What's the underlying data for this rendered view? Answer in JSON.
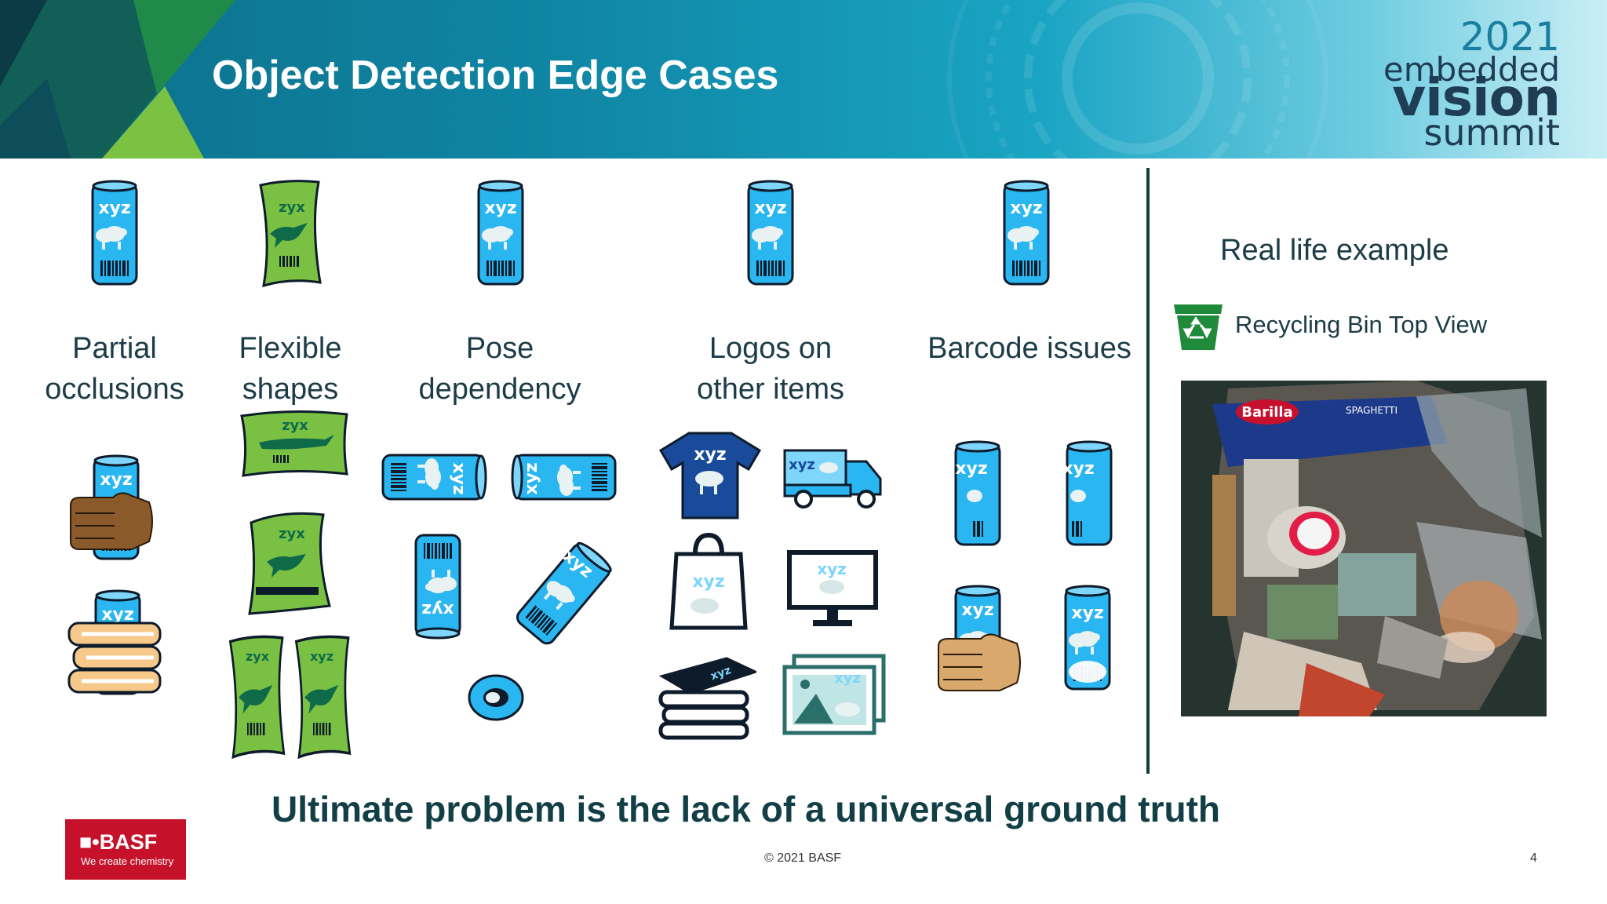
{
  "slide": {
    "title": "Object Detection Edge Cases",
    "event_logo": {
      "year": "2021",
      "line1": "embedded",
      "line2": "vision",
      "line3": "summit"
    },
    "categories": [
      {
        "line1": "Partial",
        "line2": "occlusions"
      },
      {
        "line1": "Flexible",
        "line2": "shapes"
      },
      {
        "line1": "Pose",
        "line2": "dependency"
      },
      {
        "line1": "Logos on",
        "line2": "other items"
      },
      {
        "line1": "Barcode issues",
        "line2": ""
      }
    ],
    "item_text": {
      "can": "xyz",
      "pouch": "zyx"
    },
    "real_example": {
      "heading": "Real life example",
      "bin_label": "Recycling Bin Top View",
      "photo_text": {
        "brand": "Barilla",
        "product": "SPAGHETTI"
      }
    },
    "conclusion": "Ultimate problem is the lack of a universal ground truth",
    "footer": {
      "brand": "■•BASF",
      "tagline": "We create chemistry",
      "copyright": "© 2021 BASF",
      "page_number": "4"
    }
  }
}
